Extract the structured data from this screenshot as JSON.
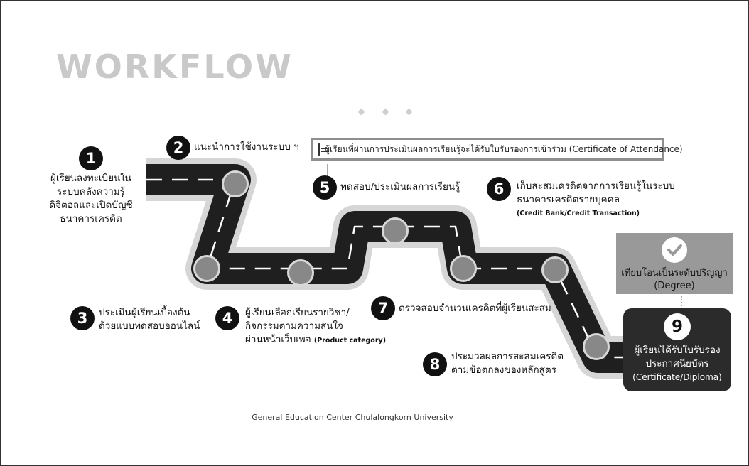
{
  "title": "WORKFLOW",
  "banner": {
    "text": "ผู้เรียนที่ผ่านการประเมินผลการเรียนรู้จะได้รับใบรับรองการเข้าร่วม (Certificate of Attendance)",
    "icon": "certificate-icon"
  },
  "steps": [
    {
      "num": "1",
      "lines": [
        "ผู้เรียนลงทะเบียนใน",
        "ระบบคลังความรู้",
        "ดิจิตอลและเปิดบัญชี",
        "ธนาคารเครดิต"
      ]
    },
    {
      "num": "2",
      "lines": [
        "แนะนำการใช้งานระบบ ฯ"
      ]
    },
    {
      "num": "3",
      "lines": [
        "ประเมินผู้เรียนเบื้องต้น",
        "ด้วยแบบทดสอบออนไลน์"
      ]
    },
    {
      "num": "4",
      "lines": [
        "ผู้เรียนเลือกเรียนรายวิชา/",
        "กิจกรรมตามความสนใจ",
        "ผ่านหน้าเว็บเพจ"
      ],
      "note": "(Product category)"
    },
    {
      "num": "5",
      "lines": [
        "ทดสอบ/ประเมินผลการเรียนรู้"
      ]
    },
    {
      "num": "6",
      "lines": [
        "เก็บสะสมเครดิตจากการเรียนรู้ในระบบ",
        "ธนาคารเครดิตรายบุคคล"
      ],
      "note": "(Credit Bank/Credit Transaction)"
    },
    {
      "num": "7",
      "lines": [
        "ตรวจสอบจำนวนเครดิตที่ผู้เรียนสะสม"
      ]
    },
    {
      "num": "8",
      "lines": [
        "ประมวลผลการสะสมเครดิต",
        "ตามข้อตกลงของหลักสูตร"
      ]
    }
  ],
  "degree": {
    "line1": "เทียบโอนเป็นระดับปริญญา",
    "line2": "(Degree)",
    "icon": "check-icon"
  },
  "final": {
    "num": "9",
    "line1": "ผู้เรียนได้รับใบรับรอง",
    "line2": "ประกาศนียบัตร",
    "line3": "(Certificate/Diploma)"
  },
  "footer": "General Education Center Chulalongkorn University",
  "road_icons": [
    "books-icon",
    "monitor-book-icon",
    "smiley-icon",
    "checklist-icon",
    "bank-icon",
    "checklist-icon",
    "cycle-icon"
  ],
  "colors": {
    "road": "#1f1f1f",
    "road_edge": "#d6d6d6",
    "lane": "#ffffff",
    "banner": "#8f8f8f",
    "final_box": "#2b2b2b",
    "degree_box": "#999999"
  }
}
